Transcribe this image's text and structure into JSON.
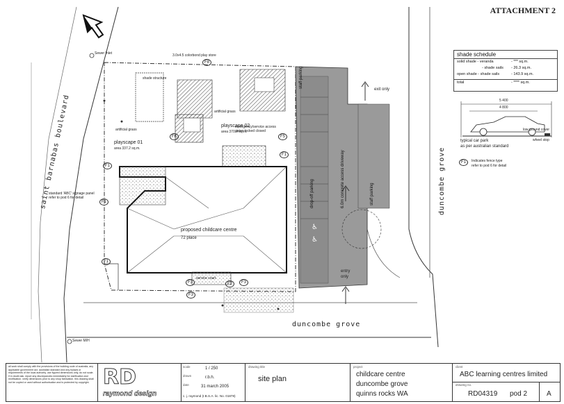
{
  "header": {
    "attachment": "ATTACHMENT 2"
  },
  "schedule": {
    "title": "shade schedule",
    "rows": [
      {
        "label": "solid shade - veranda",
        "value": "- *** sq.m."
      },
      {
        "label": "- shade sails",
        "value": "- 26.3 sq.m."
      },
      {
        "label": "open shade - shade sails",
        "value": "- 143.9 sq.m."
      },
      {
        "label": "total",
        "value": "- **** sq.m."
      }
    ]
  },
  "carpark": {
    "dim_total": "5 400",
    "dim_inner": "4 800",
    "low_ground_cover": "low ground cover",
    "wheel_stop": "wheel stop",
    "caption1": "typical car park",
    "caption2": "as per australian standard",
    "fence_key": "F1",
    "fence_note1": "Indicates fence type",
    "fence_note2": "refer to pod 6 for detail"
  },
  "roads": {
    "left": "saint barnabas boulevard",
    "right": "duncombe grove",
    "bottom": "duncombe grove"
  },
  "plan": {
    "building": "proposed childcare centre",
    "place": "72 place",
    "playscape1": "playscape 01",
    "playscape1_area": "area 337.2 sq.m.",
    "playscape2": "playscape 02",
    "playscape2_area": "area 370.4 sq.m.",
    "artificial_grass": "artificial grass",
    "service_court": "service court",
    "exit_only": "exit only",
    "entry_only1": "entry",
    "entry_only2": "only",
    "staff_parking": "staff parking",
    "dropoff_parking": "drop-off parking",
    "driveway": "6.0m concrete access driveway",
    "sewer_top": "Sewer Inlet",
    "sewer_bot": "Sewer M/H",
    "shade_structure": "shade structure",
    "play_store": "3.0x4.5 colorbond play store",
    "emergency": "emergency/service access gates locked closed",
    "signage": "standard 'ABC' signage panel refer to pod 6 for detail",
    "f_labels": [
      "F1",
      "F1",
      "F1",
      "F2",
      "F3",
      "F3",
      "F3",
      "F5",
      "F6",
      "F8",
      "F1"
    ]
  },
  "titleblock": {
    "notes": "all work shall comply with the provisions of the building code of australia, any applicable government act, australian standard and any bylaws or requirements of the local authority. use figured dimensions only, do not scale. if in doubt ask. report any discrepancies immediately for clarification and rectification. verify dimensions prior to any shop fabrication. this drawing shall not be copied or used without authorisation and is protected by copyright.",
    "logo": "RD",
    "logo_name": "raymond design",
    "scale_label": "scale",
    "scale": "1 / 250",
    "drawn_label": "drawn",
    "drawn": "r.b.h.",
    "date_label": "date",
    "date": "31 march 2005",
    "reg": "c. j. raymond (I.B.S.A. lic. No. 01878)",
    "drawing_title_label": "drawing title",
    "drawing_title": "site plan",
    "project_label": "project",
    "project1": "childcare centre",
    "project2": "duncombe grove",
    "project3": "quinns rocks WA",
    "client_label": "client",
    "client": "ABC learning centres limited",
    "drawing_no_label": "drawing no.",
    "drawing_no": "RD04319",
    "pod": "pod 2",
    "rev": "A"
  }
}
